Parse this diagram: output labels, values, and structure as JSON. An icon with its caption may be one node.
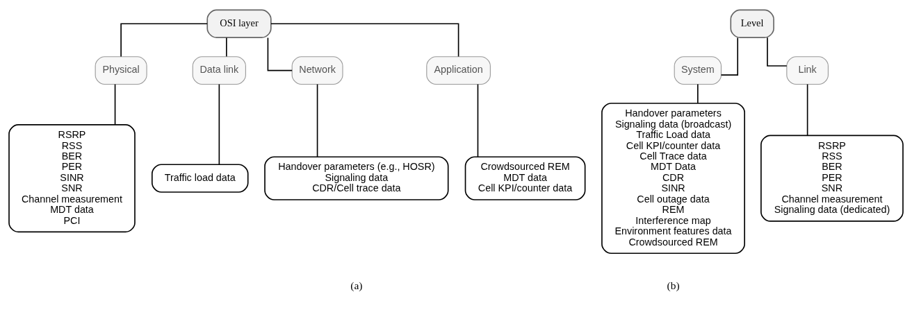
{
  "diagram": {
    "nodes": [
      {
        "text": [
          "OSI layer"
        ]
      },
      {
        "text": [
          "Physical"
        ]
      },
      {
        "text": [
          "Data link"
        ]
      },
      {
        "text": [
          "Network"
        ]
      },
      {
        "text": [
          "Application"
        ]
      },
      {
        "text": [
          "RSRP",
          "RSS",
          "BER",
          "PER",
          "SINR",
          "SNR",
          "Channel measurement",
          "MDT data",
          "PCI"
        ]
      },
      {
        "text": [
          "Traffic load data"
        ]
      },
      {
        "text": [
          "Handover parameters (e.g., HOSR)",
          "Signaling data",
          "CDR/Cell trace data"
        ]
      },
      {
        "text": [
          "Crowdsourced REM",
          "MDT data",
          "Cell KPI/counter data"
        ]
      },
      {
        "text": [
          "Level"
        ]
      },
      {
        "text": [
          "System"
        ]
      },
      {
        "text": [
          "Link"
        ]
      },
      {
        "text": [
          "Handover parameters",
          "Signaling data (broadcast)",
          "Traffic Load data",
          "Cell KPI/counter data",
          "Cell Trace data",
          "MDT Data",
          "CDR",
          "SINR",
          "Cell outage data",
          "REM",
          "Interference map",
          "Environment features data",
          "Crowdsourced REM"
        ]
      },
      {
        "text": [
          "RSRP",
          "RSS",
          "BER",
          "PER",
          "SNR",
          "Channel measurement",
          "Signaling data (dedicated)"
        ]
      }
    ],
    "edges": [
      {
        "from": 0,
        "to": 1,
        "arrow": "none"
      },
      {
        "from": 0,
        "to": 2,
        "arrow": "none"
      },
      {
        "from": 0,
        "to": 3,
        "arrow": "none"
      },
      {
        "from": 0,
        "to": 4,
        "arrow": "none"
      },
      {
        "from": 1,
        "to": 5,
        "arrow": "none"
      },
      {
        "from": 2,
        "to": 6,
        "arrow": "none"
      },
      {
        "from": 3,
        "to": 7,
        "arrow": "none"
      },
      {
        "from": 4,
        "to": 8,
        "arrow": "none"
      },
      {
        "from": 9,
        "to": 10,
        "arrow": "none"
      },
      {
        "from": 9,
        "to": 11,
        "arrow": "none"
      },
      {
        "from": 10,
        "to": 12,
        "arrow": "none"
      },
      {
        "from": 11,
        "to": 13,
        "arrow": "none"
      }
    ],
    "labels": [
      "(a)",
      "(b)"
    ]
  }
}
